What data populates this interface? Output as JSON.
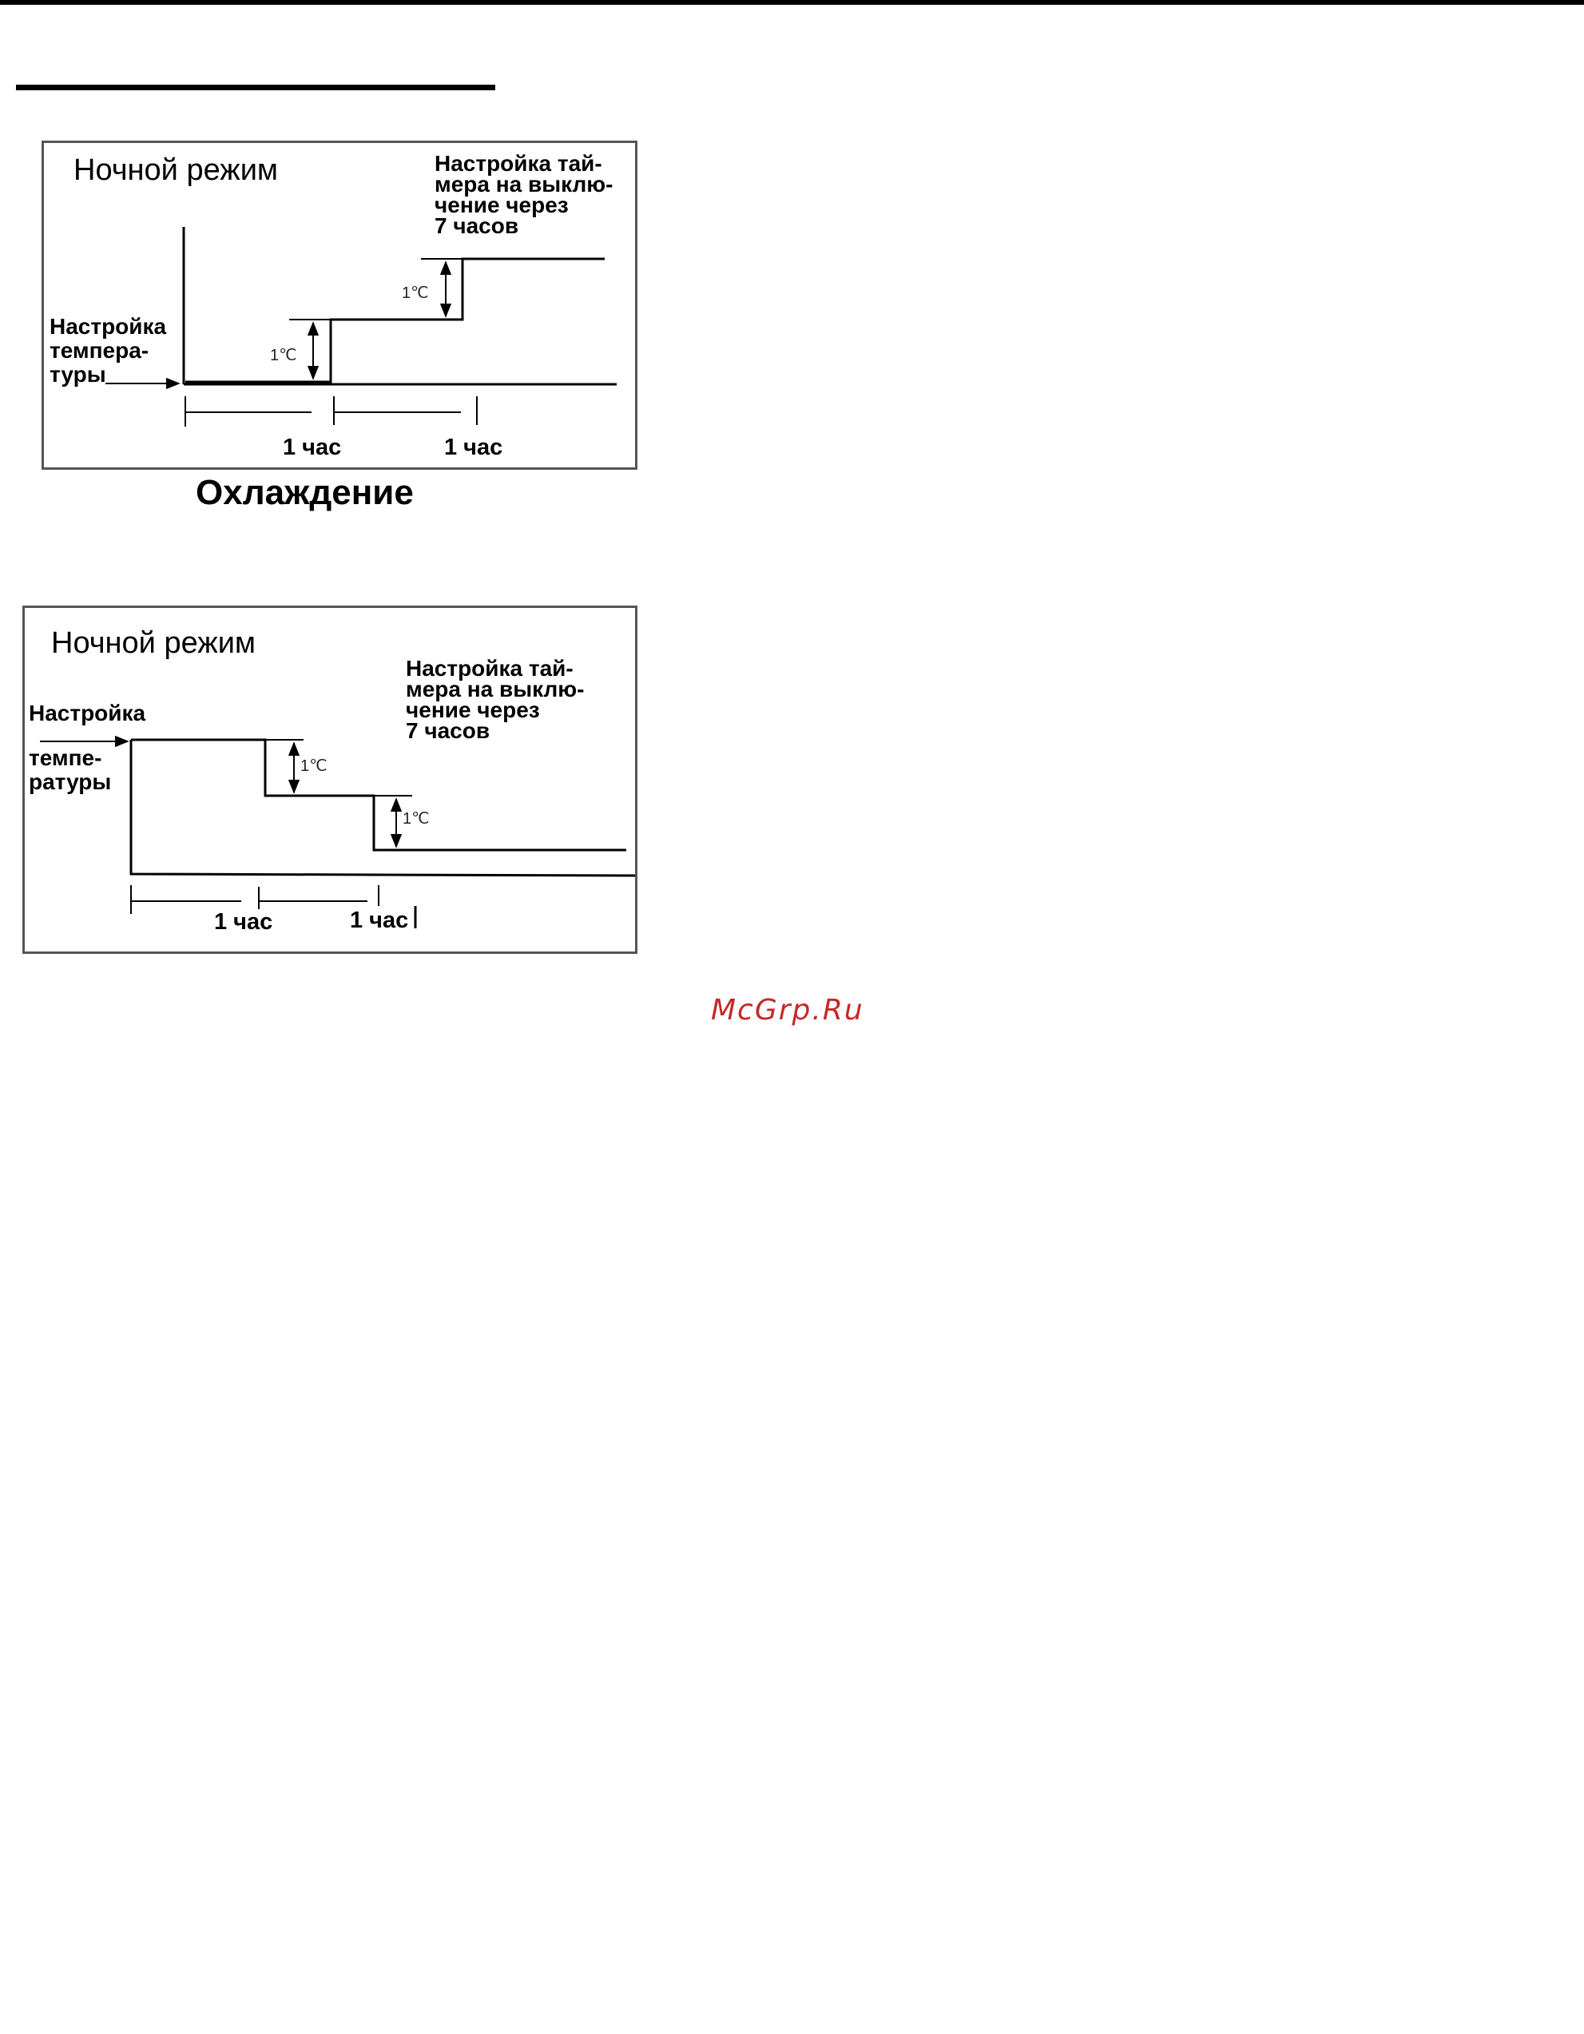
{
  "diagrams": [
    {
      "title": "Ночной режим",
      "timer_note": "Настройка тай-\nмера на выклю-\nчение через\n 7 часов",
      "setpoint_label": "Настройка\nтемпера-\nтуры",
      "step_labels": [
        "1℃",
        "1℃"
      ],
      "hour_labels": [
        "1 час",
        "1 час"
      ],
      "caption": "Охлаждение"
    },
    {
      "title": "Ночной режим",
      "timer_note": "Настройка тай-\nмера на выклю-\nчение через\n 7 часов",
      "setpoint_label_1": "Настройка",
      "setpoint_label_2": "темпе-\nратуры",
      "step_labels": [
        "1℃",
        "1℃"
      ],
      "hour_labels": [
        "1 час",
        "1 час"
      ]
    }
  ],
  "watermark": "McGrp.Ru"
}
